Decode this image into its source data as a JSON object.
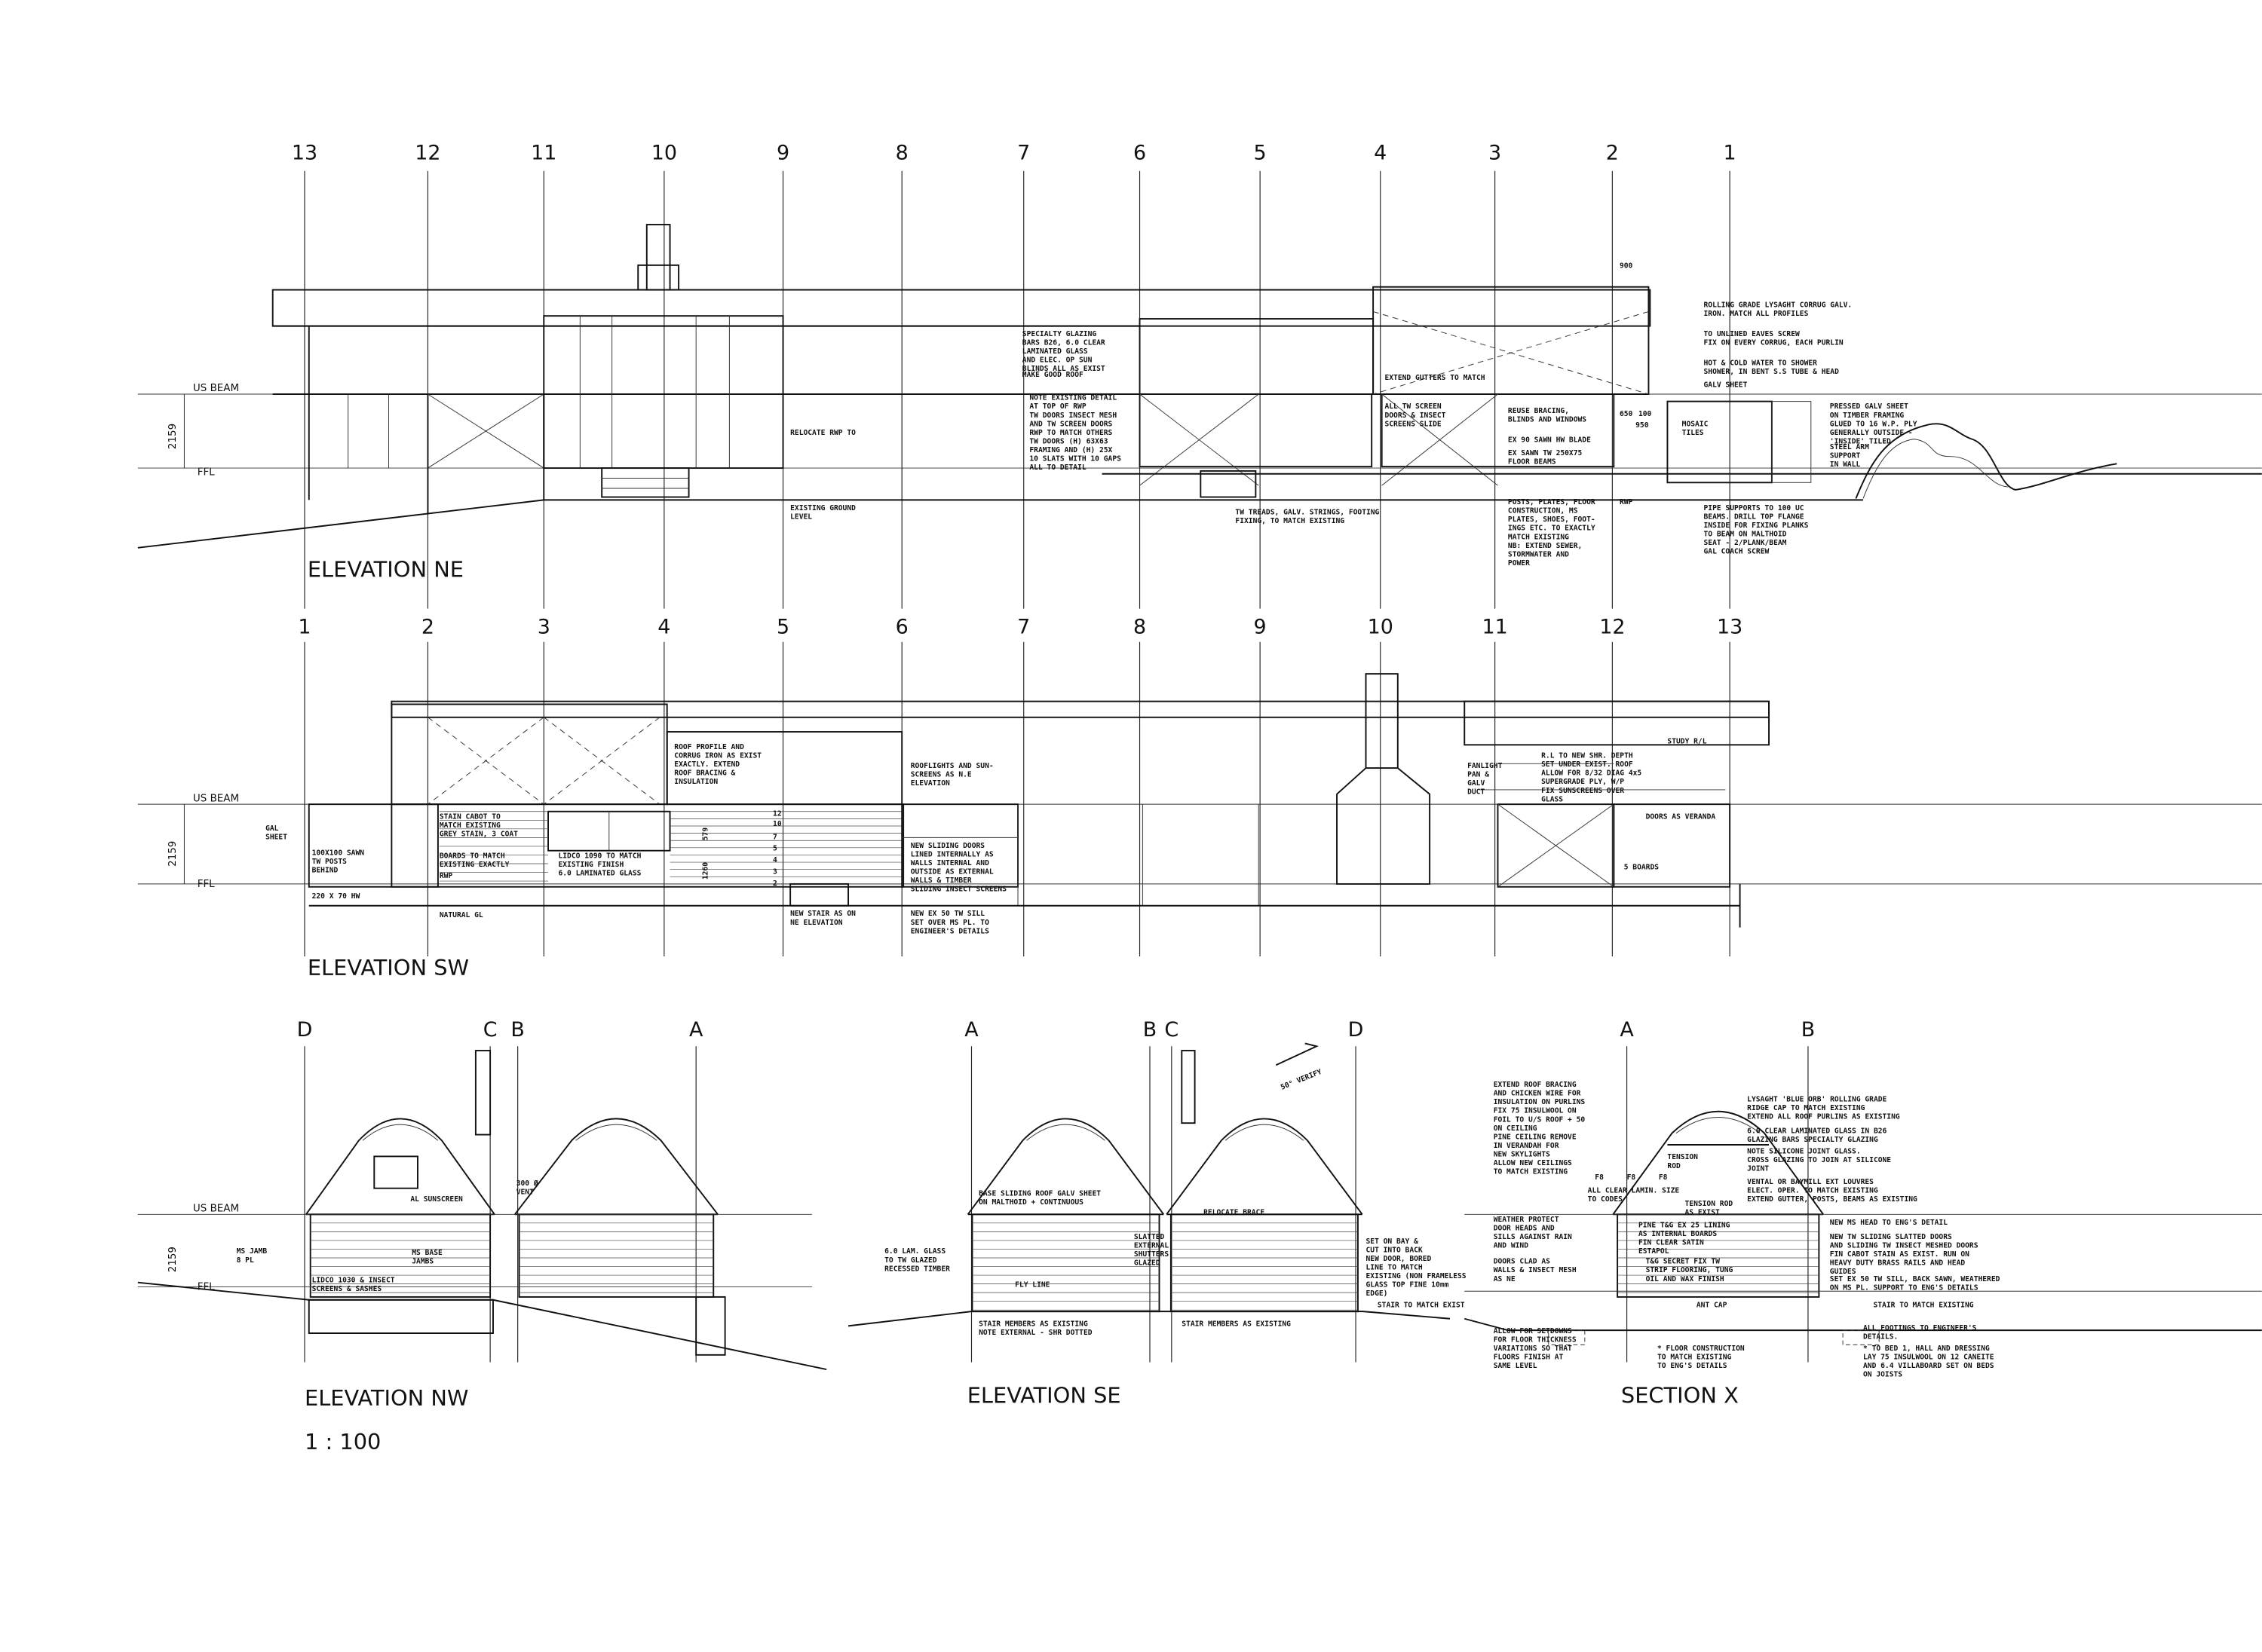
{
  "sheet": {
    "scale": "1 : 100",
    "levels": {
      "us_beam": "US BEAM",
      "ffl": "FFL",
      "height": "2159"
    }
  },
  "ne": {
    "title": "ELEVATION NE",
    "grid": [
      "13",
      "12",
      "11",
      "10",
      "9",
      "8",
      "7",
      "6",
      "5",
      "4",
      "3",
      "2",
      "1"
    ],
    "dim": "900",
    "dims2": [
      "650",
      "100",
      "950"
    ],
    "notes": [
      [
        "SPECIALTY GLAZING",
        "BARS B26, 6.0 CLEAR",
        "LAMINATED GLASS",
        "AND ELEC. OP SUN",
        "BLINDS ALL AS EXIST"
      ],
      [
        "MAKE GOOD ROOF"
      ],
      [
        "NOTE EXISTING DETAIL",
        "AT TOP OF RWP",
        "TW DOORS INSECT MESH",
        "AND TW SCREEN DOORS"
      ],
      [
        "RWP TO MATCH OTHERS",
        "TW DOORS (H) 63X63",
        "FRAMING AND (H) 25X",
        "10 SLATS WITH 10 GAPS",
        "ALL TO DETAIL"
      ],
      [
        "RELOCATE RWP TO"
      ],
      [
        "EXISTING GROUND",
        "LEVEL"
      ],
      [
        "EXTEND GUTTERS TO MATCH"
      ],
      [
        "ALL TW SCREEN",
        "DOORS & INSECT",
        "SCREENS SLIDE"
      ],
      [
        "REUSE BRACING,",
        "BLINDS AND WINDOWS"
      ],
      [
        "EX 90 SAWN HW BLADE"
      ],
      [
        "EX SAWN TW 250X75",
        "FLOOR BEAMS"
      ],
      [
        "TW TREADS, GALV. STRINGS, FOOTING",
        "FIXING, TO MATCH EXISTING"
      ],
      [
        "POSTS, PLATES, FLOOR",
        "CONSTRUCTION, MS",
        "PLATES, SHOES, FOOT-",
        "INGS ETC. TO EXACTLY",
        "MATCH EXISTING"
      ],
      [
        "NB: EXTEND SEWER,",
        "STORMWATER AND",
        "POWER"
      ],
      [
        "RWP"
      ],
      [
        "ROLLING GRADE LYSAGHT CORRUG GALV.",
        "IRON. MATCH ALL PROFILES"
      ],
      [
        "TO UNLINED EAVES SCREW",
        "FIX ON EVERY CORRUG, EACH PURLIN"
      ],
      [
        "HOT & COLD WATER TO SHOWER",
        "SHOWER, IN BENT S.S TUBE & HEAD"
      ],
      [
        "GALV SHEET"
      ],
      [
        "MOSAIC",
        "TILES"
      ],
      [
        "PRESSED GALV SHEET",
        "ON TIMBER FRAMING",
        "GLUED TO 16 W.P. PLY",
        "GENERALLY OUTSIDE -",
        "'INSIDE' TILED"
      ],
      [
        "STEEL ARM",
        "SUPPORT",
        "IN WALL"
      ],
      [
        "PIPE SUPPORTS TO 100 UC",
        "BEAMS. DRILL TOP FLANGE",
        "INSIDE FOR FIXING PLANKS",
        "TO BEAM ON MALTHOID",
        "SEAT - 2/PLANK/BEAM",
        "GAL COACH SCREW"
      ]
    ]
  },
  "sw": {
    "title": "ELEVATION SW",
    "grid": [
      "1",
      "2",
      "3",
      "4",
      "5",
      "6",
      "7",
      "8",
      "9",
      "10",
      "11",
      "12",
      "13"
    ],
    "notes": [
      [
        "GAL",
        "SHEET"
      ],
      [
        "100X100 SAWN",
        "TW POSTS",
        "BEHIND"
      ],
      [
        "220 X 70 HW"
      ],
      [
        "STAIN CABOT TO",
        "MATCH EXISTING",
        "GREY STAIN, 3 COAT"
      ],
      [
        "BOARDS TO MATCH",
        "EXISTING EXACTLY"
      ],
      [
        "RWP"
      ],
      [
        "NATURAL GL"
      ],
      [
        "LIDCO 1090 TO MATCH",
        "EXISTING FINISH",
        "6.0 LAMINATED GLASS"
      ],
      [
        "ROOF PROFILE AND",
        "CORRUG IRON AS EXIST",
        "EXACTLY. EXTEND",
        "ROOF BRACING &",
        "INSULATION"
      ],
      [
        "ROOFLIGHTS AND SUN-",
        "SCREENS AS N.E",
        "ELEVATION"
      ],
      [
        "NEW SLIDING DOORS",
        "LINED INTERNALLY AS",
        "WALLS INTERNAL AND",
        "OUTSIDE AS EXTERNAL",
        "WALLS & TIMBER",
        "SLIDING INSECT SCREENS"
      ],
      [
        "NEW STAIR AS ON",
        "NE ELEVATION"
      ],
      [
        "NEW EX 50 TW SILL",
        "SET OVER MS PL. TO",
        "ENGINEER'S DETAILS"
      ],
      [
        "FANLIGHT",
        "PAN &",
        "GALV",
        "DUCT"
      ],
      [
        "R.L TO NEW SHR. DEPTH",
        "SET UNDER EXIST. ROOF",
        "ALLOW FOR 8/32 DIAG 4x5",
        "SUPERGRADE PLY, W/P",
        "FIX SUNSCREENS OVER",
        "GLASS"
      ],
      [
        "STUDY R/L"
      ],
      [
        "DOORS AS VERANDA"
      ],
      [
        "5 BOARDS"
      ]
    ],
    "board_numbers": [
      "12",
      "10",
      "7",
      "5",
      "4",
      "3",
      "2"
    ],
    "sw_dim": "1260",
    "sw_dim2": "579"
  },
  "nw": {
    "title": "ELEVATION NW",
    "grid": [
      "D",
      "C",
      "B",
      "A"
    ],
    "notes": [
      [
        "AL SUNSCREEN"
      ],
      [
        "300 Ø",
        "VENT"
      ],
      [
        "MS JAMB",
        "8 PL"
      ],
      [
        "MS BASE",
        "JAMBS"
      ],
      [
        "LIDCO 1030 & INSECT",
        "SCREENS & SASHES"
      ]
    ]
  },
  "se": {
    "title": "ELEVATION SE",
    "grid": [
      "A",
      "B",
      "C",
      "D"
    ],
    "north": "50° VERIFY",
    "notes": [
      [
        "6.0 LAM. GLASS",
        "TO TW GLAZED",
        "RECESSED TIMBER"
      ],
      [
        "BASE SLIDING ROOF GALV SHEET",
        "ON MALTHOID + CONTINUOUS"
      ],
      [
        "SLATTED",
        "EXTERNAL",
        "SHUTTERS",
        "GLAZED"
      ],
      [
        "RELOCATE BRACE"
      ],
      [
        "SET ON BAY &",
        "CUT INTO BACK",
        "NEW DOOR, BORED",
        "LINE TO MATCH",
        "EXISTING (NON FRAMELESS",
        "GLASS TOP FINE 10mm",
        "EDGE)"
      ],
      [
        "STAIR TO MATCH EXIST"
      ],
      [
        "STAIR MEMBERS AS EXISTING",
        "NOTE EXTERNAL - SHR DOTTED"
      ],
      [
        "STAIR MEMBERS AS EXISTING"
      ],
      [
        "FLY LINE"
      ]
    ]
  },
  "section": {
    "title": "SECTION X",
    "grid": [
      "A",
      "B"
    ],
    "notes": [
      [
        "EXTEND ROOF BRACING",
        "AND CHICKEN WIRE FOR",
        "INSULATION ON PURLINS",
        "FIX 75 INSULWOOL ON",
        "FOIL TO U/S ROOF + 50",
        "ON CEILING"
      ],
      [
        "PINE CEILING REMOVE",
        "IN VERANDAH FOR",
        "NEW SKYLIGHTS",
        "ALLOW NEW CEILINGS",
        "TO MATCH EXISTING"
      ],
      [
        "LYSAGHT 'BLUE ORB' ROLLING GRADE",
        "RIDGE CAP TO MATCH EXISTING",
        "EXTEND ALL ROOF PURLINS AS EXISTING"
      ],
      [
        "6.0 CLEAR LAMINATED GLASS IN B26",
        "GLAZING BARS SPECIALTY GLAZING"
      ],
      [
        "TENSION",
        "ROD"
      ],
      [
        "NOTE SILICONE JOINT GLASS.",
        "CROSS GLAZING TO JOIN AT SILICONE",
        "JOINT"
      ],
      [
        "VENTAL OR BAYMILL EXT LOUVRES",
        "ELECT. OPER. TO MATCH EXISTING",
        "EXTEND GUTTER, POSTS, BEAMS AS EXISTING"
      ],
      [
        "F8",
        "F8",
        "F8"
      ],
      [
        "ALL CLEAR LAMIN. SIZE",
        "TO CODES"
      ],
      [
        "TENSION ROD",
        "AS EXIST"
      ],
      [
        "WEATHER PROTECT",
        "DOOR HEADS AND",
        "SILLS AGAINST RAIN",
        "AND WIND"
      ],
      [
        "PINE T&G EX 25 LINING",
        "AS INTERNAL BOARDS",
        "FIN CLEAR SATIN",
        "ESTAPOL"
      ],
      [
        "NEW MS HEAD TO ENG'S DETAIL"
      ],
      [
        "NEW TW SLIDING SLATTED DOORS",
        "AND SLIDING TW INSECT MESHED DOORS",
        "FIN CABOT STAIN AS EXIST. RUN ON",
        "HEAVY DUTY BRASS RAILS AND HEAD",
        "GUIDES"
      ],
      [
        "DOORS CLAD AS",
        "WALLS & INSECT MESH",
        "AS NE"
      ],
      [
        "T&G SECRET FIX TW",
        "STRIP FLOORING, TUNG",
        "OIL AND WAX FINISH"
      ],
      [
        "SET EX 50 TW SILL, BACK SAWN, WEATHERED",
        "ON MS PL. SUPPORT TO ENG'S DETAILS"
      ],
      [
        "STAIR TO MATCH EXISTING"
      ],
      [
        "ANT CAP"
      ],
      [
        "ALLOW FOR SETDOWNS",
        "FOR FLOOR THICKNESS",
        "VARIATIONS SO THAT",
        "FLOORS FINISH AT",
        "SAME LEVEL"
      ],
      [
        "* FLOOR CONSTRUCTION",
        "TO MATCH EXISTING",
        "TO ENG'S DETAILS"
      ],
      [
        "ALL FOOTINGS TO ENGINEER'S",
        "DETAILS."
      ],
      [
        "* TO BED 1, HALL AND DRESSING",
        "LAY 75 INSULWOOL ON 12 CANEITE",
        "AND 6.4 VILLABOARD SET ON BEDS",
        "ON JOISTS"
      ]
    ]
  }
}
